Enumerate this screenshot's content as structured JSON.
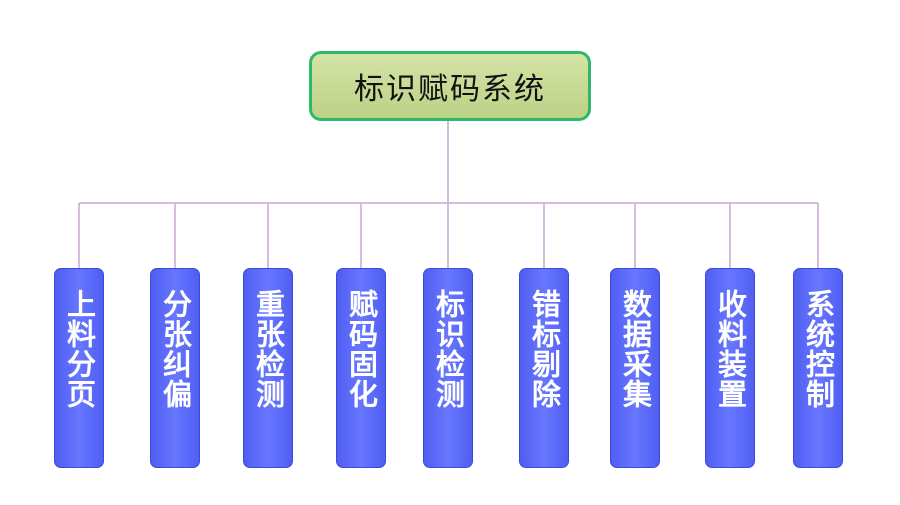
{
  "diagram": {
    "root": {
      "label": "标识赋码系统"
    },
    "children": [
      {
        "label": "上料分页"
      },
      {
        "label": "分张纠偏"
      },
      {
        "label": "重张检测"
      },
      {
        "label": "赋码固化"
      },
      {
        "label": "标识检测"
      },
      {
        "label": "错标剔除"
      },
      {
        "label": "数据采集"
      },
      {
        "label": "收料装置"
      },
      {
        "label": "系统控制"
      }
    ],
    "colors": {
      "root_fill": "#c8db97",
      "root_border": "#2db86a",
      "child_fill": "#5b6af8",
      "connector": "#c9a6d9",
      "child_text": "#ffffff"
    }
  }
}
